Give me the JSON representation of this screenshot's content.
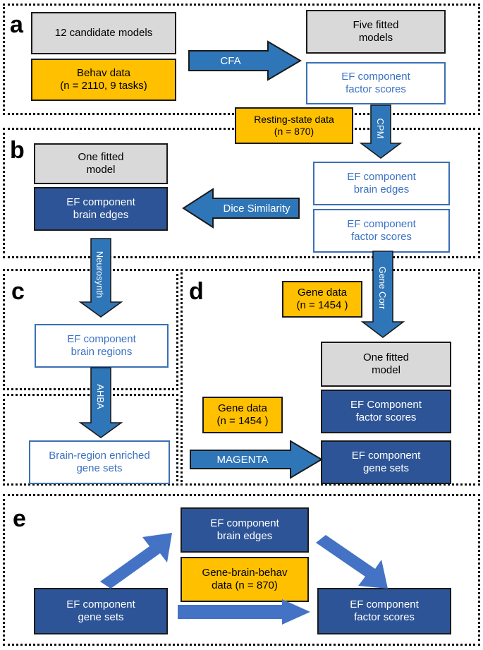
{
  "figure": {
    "panels": [
      {
        "id": "a",
        "letter": "a"
      },
      {
        "id": "b",
        "letter": "b"
      },
      {
        "id": "c",
        "letter": "c"
      },
      {
        "id": "c2",
        "letter": ""
      },
      {
        "id": "d",
        "letter": "d"
      },
      {
        "id": "e",
        "letter": "e"
      }
    ]
  },
  "panel_a": {
    "candidate_models": "12 candidate models",
    "behav_data_line1": "Behav data",
    "behav_data_line2": "(n = 2110, 9 tasks)",
    "five_fitted_line1": "Five fitted",
    "five_fitted_line2": "models",
    "ef_factor_line1": "EF component",
    "ef_factor_line2": "factor scores",
    "arrow_cfa": "CFA"
  },
  "panel_b": {
    "resting_line1": "Resting-state data",
    "resting_line2": "(n = 870)",
    "arrow_cpm": "CPM",
    "one_fitted_line1": "One fitted",
    "one_fitted_line2": "model",
    "ef_edges_line1": "EF component",
    "ef_edges_line2": "brain edges",
    "arrow_dice": "Dice Similarity",
    "ef_edges_r_line1": "EF component",
    "ef_edges_r_line2": "brain edges",
    "ef_scores_r_line1": "EF component",
    "ef_scores_r_line2": "factor scores"
  },
  "panel_c": {
    "arrow_neurosynth": "Neurosynth",
    "ef_regions_line1": "EF component",
    "ef_regions_line2": "brain regions",
    "arrow_ahba": "AHBA",
    "enriched_line1": "Brain-region enriched",
    "enriched_line2": "gene sets"
  },
  "panel_d": {
    "gene_data_top_line1": "Gene data",
    "gene_data_top_line2": "(n = 1454 )",
    "arrow_gene_corr": "Gene Corr",
    "one_fitted_line1": "One fitted",
    "one_fitted_line2": "model",
    "ef_comp_scores_line1": "EF Component",
    "ef_comp_scores_line2": "factor scores",
    "gene_data_bot_line1": "Gene data",
    "gene_data_bot_line2": "(n = 1454 )",
    "arrow_magenta": "MAGENTA",
    "ef_gene_sets_line1": "EF component",
    "ef_gene_sets_line2": "gene sets"
  },
  "panel_e": {
    "ef_edges_line1": "EF component",
    "ef_edges_line2": "brain edges",
    "gene_brain_line1": "Gene-brain-behav",
    "gene_brain_line2": "data (n = 870)",
    "ef_gene_sets_line1": "EF component",
    "ef_gene_sets_line2": "gene sets",
    "ef_scores_line1": "EF component",
    "ef_scores_line2": "factor scores"
  },
  "colors": {
    "grey_box": "#d9d9d9",
    "yellow_box": "#ffc000",
    "dark_blue_box": "#2d5496",
    "white_box_border": "#3b6fb5",
    "blue_text": "#3b72c4",
    "arrow_blue": "#2f76b8",
    "arrow_light_blue": "#4472c4",
    "panel_border": "#111111"
  }
}
